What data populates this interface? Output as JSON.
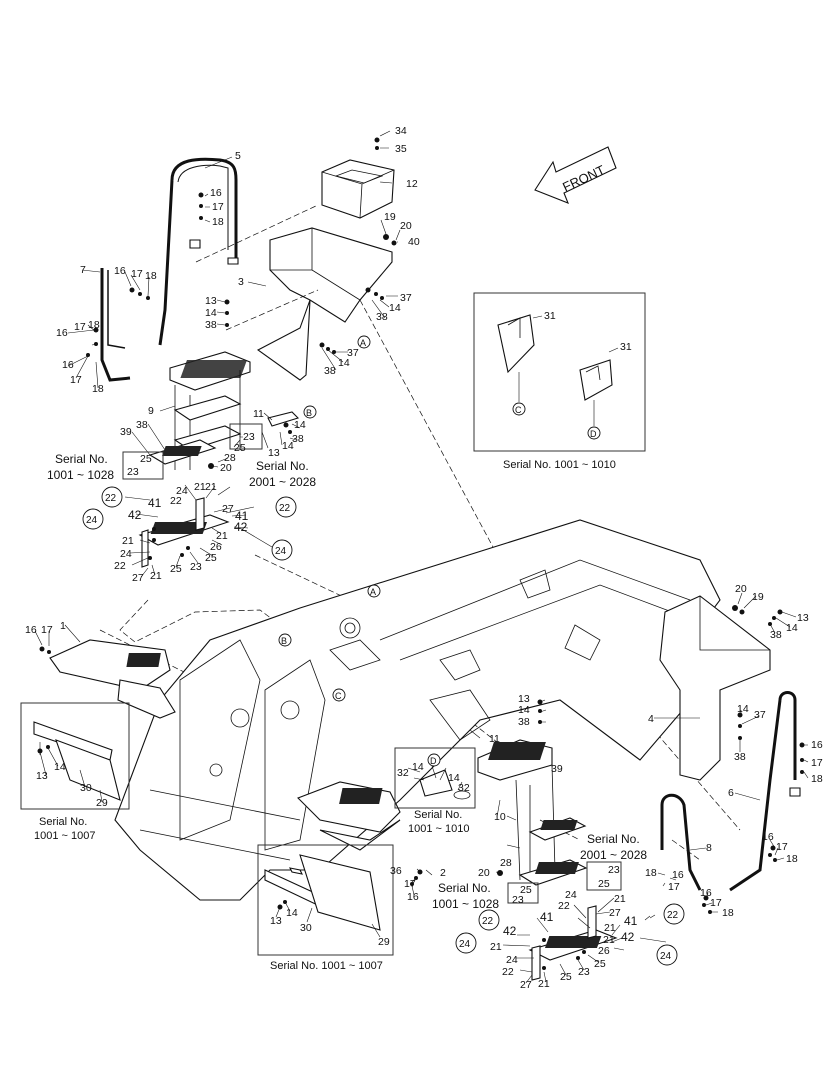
{
  "front_label": "FRONT",
  "callouts": {
    "c34": "34",
    "c35": "35",
    "c12": "12",
    "c5": "5",
    "c19a": "19",
    "c20a": "20",
    "c40": "40",
    "c16a": "16",
    "c17a": "17",
    "c18a": "18",
    "c3": "3",
    "c7": "7",
    "c16b": "16",
    "c17b": "17",
    "c18b": "18",
    "c37a": "37",
    "c14a": "14",
    "c38a": "38",
    "c13a": "13",
    "c14b": "14",
    "c38b": "38",
    "c16c": "16",
    "c17c": "17",
    "c18c": "18",
    "c16d": "16",
    "c17d": "17",
    "c18d": "18",
    "c37b": "37",
    "c14c": "14",
    "c38c": "38",
    "c9": "9",
    "c11a": "11",
    "c14d": "14",
    "c38d": "38",
    "c39a": "39",
    "c38e": "38",
    "c23a": "23",
    "c25a": "25",
    "c25b": "25",
    "c23b": "23",
    "c13b": "13",
    "c14e": "14",
    "c28a": "28",
    "c20b": "20",
    "c24a": "24",
    "c21a": "21",
    "c22a": "22",
    "c27a": "27",
    "c41a": "41",
    "c42a": "42",
    "c41b": "41",
    "c42b": "42",
    "c21b": "21",
    "c26a": "26",
    "c25c": "25",
    "c23c": "23",
    "c21c": "21",
    "c24b": "24",
    "c22b": "22",
    "c27b": "27",
    "c21d": "21",
    "c25d": "25",
    "c31a": "31",
    "c31b": "31",
    "c16e": "16",
    "c17e": "17",
    "c1": "1",
    "c13c": "13",
    "c14f": "14",
    "c30a": "30",
    "c29a": "29",
    "c20c": "20",
    "c19b": "19",
    "c13d": "13",
    "c14g": "14",
    "c38f": "38",
    "c4": "4",
    "c14h": "14",
    "c37c": "37",
    "c38g": "38",
    "c13e": "13",
    "c14i": "14",
    "c38h": "38",
    "c39b": "39",
    "c32a": "32",
    "c14j": "14",
    "c32b": "32",
    "c14k": "14",
    "c11b": "11",
    "c10": "10",
    "c20d": "20",
    "c28b": "28",
    "c6": "6",
    "c16f": "16",
    "c17f": "17",
    "c18f": "18",
    "c8": "8",
    "c16g": "16",
    "c17g": "17",
    "c18g": "18",
    "c18h": "18",
    "c16h": "16",
    "c17h": "17",
    "c16i": "16",
    "c17i": "17",
    "c18i": "18",
    "c25e": "25",
    "c23e": "23",
    "c23f": "23",
    "c25f": "25",
    "c24c": "24",
    "c21e": "21",
    "c22c": "22",
    "c27c": "27",
    "c41c": "41",
    "c42c": "42",
    "c41d": "41",
    "c42d": "42",
    "c21f": "21",
    "c24d": "24",
    "c22d": "22",
    "c27d": "27",
    "c21g": "21",
    "c25g": "25",
    "c23g": "23",
    "c26b": "26",
    "c36": "36",
    "c2": "2",
    "c17j": "17",
    "c16j": "16",
    "c13f": "13",
    "c14l": "14",
    "c30b": "30",
    "c29b": "29"
  },
  "circled": {
    "A1": "A",
    "B1": "B",
    "A2": "A",
    "B2": "B",
    "C1": "C",
    "D1": "D",
    "C2": "C",
    "D2": "D",
    "r22a": "22",
    "r24a": "24",
    "r22b": "22",
    "r24b": "24",
    "r22c": "22",
    "r24c": "24",
    "r22d": "22",
    "r24d": "24"
  },
  "serial_notes": {
    "top_left": [
      "Serial No.",
      "1001 ~ 1028"
    ],
    "top_right": [
      "Serial No.",
      "2001 ~ 2028"
    ],
    "inset_cd": "Serial No. 1001 ~ 1010",
    "left_box": [
      "Serial No.",
      "1001 ~ 1007"
    ],
    "mid_box": [
      "Serial No.",
      "1001 ~ 1010"
    ],
    "right_a": [
      "Serial No.",
      "2001 ~ 2028"
    ],
    "right_b": [
      "Serial No.",
      "1001 ~ 1028"
    ],
    "bottom_box": "Serial No. 1001 ~ 1007"
  }
}
